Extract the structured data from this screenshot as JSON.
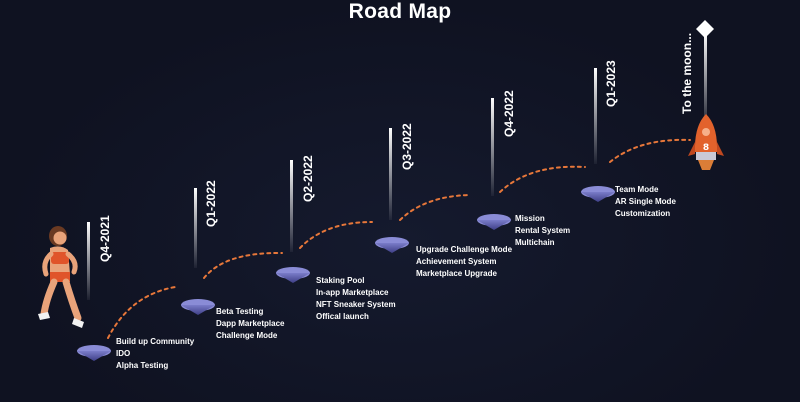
{
  "title": "Road Map",
  "moon_label": "To the moon...",
  "rocket_badge": "8",
  "colors": {
    "background": "#0f1221",
    "dash": "#e7773a",
    "platform": "#5a5ba8",
    "rocket": "#e2622c"
  },
  "milestones": [
    {
      "quarter": "Q4-2021",
      "items": [
        "Build up Community",
        "IDO",
        "Alpha Testing"
      ]
    },
    {
      "quarter": "Q1-2022",
      "items": [
        "Beta Testing",
        "Dapp Marketplace",
        "Challenge Mode"
      ]
    },
    {
      "quarter": "Q2-2022",
      "items": [
        "Staking Pool",
        "In-app Marketplace",
        "NFT Sneaker System",
        "Offical launch"
      ]
    },
    {
      "quarter": "Q3-2022",
      "items": [
        "Upgrade Challenge Mode",
        "Achievement System",
        "Marketplace Upgrade"
      ]
    },
    {
      "quarter": "Q4-2022",
      "items": [
        "Mission",
        "Rental System",
        "Multichain"
      ]
    },
    {
      "quarter": "Q1-2023",
      "items": [
        "Team Mode",
        "AR Single Mode",
        "Customization"
      ]
    }
  ]
}
